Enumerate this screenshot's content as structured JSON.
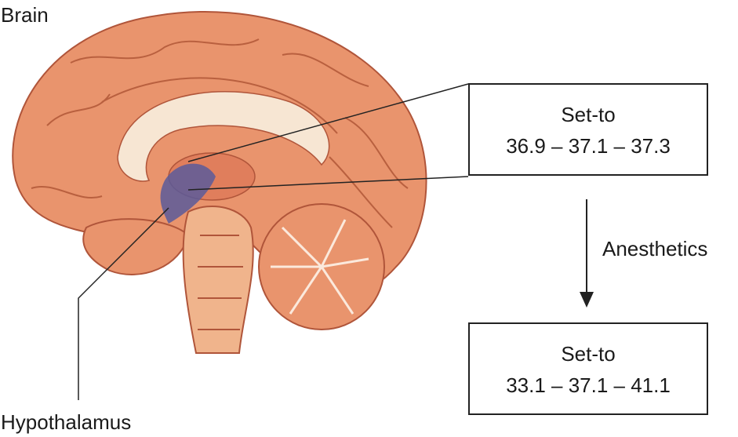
{
  "labels": {
    "brain": "Brain",
    "hypothalamus": "Hypothalamus",
    "anesthetics": "Anesthetics"
  },
  "box_before": {
    "title": "Set-to",
    "range": "36.9 – 37.1 – 37.3"
  },
  "box_after": {
    "title": "Set-to",
    "range": "33.1 – 37.1 – 41.1"
  },
  "colors": {
    "brain": "#e9946d",
    "outline": "#b0553a",
    "hypothalamus": "#5a5a9a"
  }
}
